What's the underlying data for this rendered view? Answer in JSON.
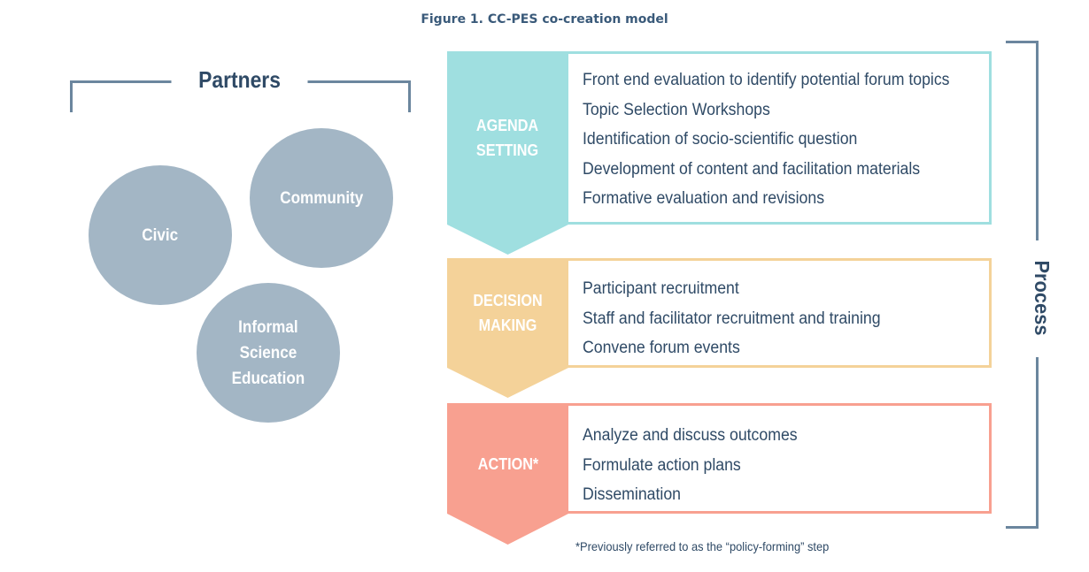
{
  "figure_title": "Figure 1. CC-PES co-creation model",
  "partners": {
    "title": "Partners",
    "circles": [
      {
        "name": "circle-civic",
        "lines": [
          "Civic"
        ]
      },
      {
        "name": "circle-community",
        "lines": [
          "Community"
        ]
      },
      {
        "name": "circle-informal-science-education",
        "lines": [
          "Informal",
          "Science",
          "Education"
        ]
      }
    ],
    "circle_color": "#a3b6c5"
  },
  "process": {
    "label": "Process",
    "stages": [
      {
        "label_lines": [
          "AGENDA",
          "SETTING"
        ],
        "color": "#9fdfe0",
        "items": [
          "Front end evaluation to identify potential forum topics",
          "Topic Selection Workshops",
          "Identification of socio-scientific question",
          "Development of content and facilitation materials",
          "Formative evaluation and revisions"
        ]
      },
      {
        "label_lines": [
          "DECISION",
          "MAKING"
        ],
        "color": "#f4d299",
        "items": [
          "Participant recruitment",
          "Staff and facilitator recruitment and training",
          "Convene forum events"
        ]
      },
      {
        "label_lines": [
          "ACTION*"
        ],
        "color": "#f8a090",
        "items": [
          "Analyze and discuss outcomes",
          "Formulate action plans",
          "Dissemination"
        ]
      }
    ]
  },
  "footnote": "*Previously referred to as the “policy-forming” step"
}
